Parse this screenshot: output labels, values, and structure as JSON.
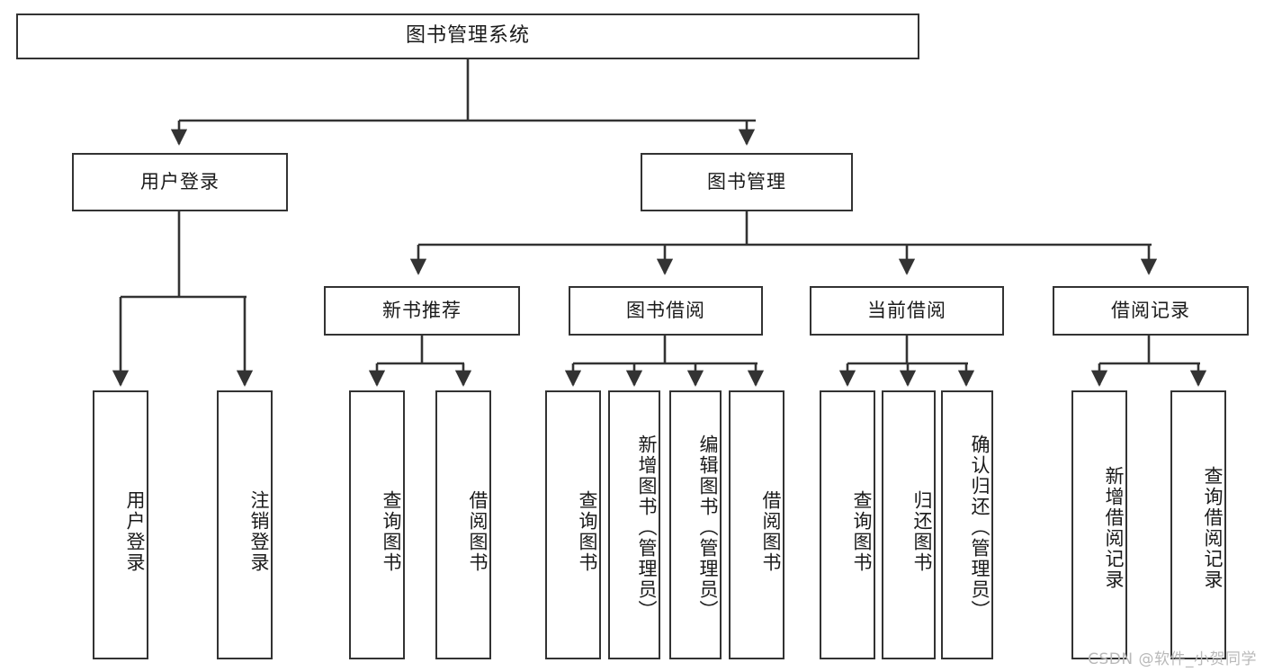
{
  "diagram": {
    "title": "图书管理系统",
    "watermark": "CSDN @软件_小贺同学",
    "root": {
      "label": "图书管理系统"
    },
    "level1": [
      {
        "label": "用户登录"
      },
      {
        "label": "图书管理"
      }
    ],
    "level2": [
      {
        "label": "新书推荐"
      },
      {
        "label": "图书借阅"
      },
      {
        "label": "当前借阅"
      },
      {
        "label": "借阅记录"
      }
    ],
    "leaves": {
      "user_login": [
        {
          "label": "用户登录"
        },
        {
          "label": "注销登录"
        }
      ],
      "new_book": [
        {
          "label": "查询图书"
        },
        {
          "label": "借阅图书"
        }
      ],
      "borrow_book": [
        {
          "label": "查询图书"
        },
        {
          "label": "新增图书（管理员）"
        },
        {
          "label": "编辑图书（管理员）"
        },
        {
          "label": "借阅图书"
        }
      ],
      "current_borrow": [
        {
          "label": "查询图书"
        },
        {
          "label": "归还图书"
        },
        {
          "label": "确认归还（管理员）"
        }
      ],
      "borrow_record": [
        {
          "label": "新增借阅记录"
        },
        {
          "label": "查询借阅记录"
        }
      ]
    },
    "colors": {
      "stroke": "#333333",
      "fill": "#ffffff",
      "text": "#1a1a1a",
      "watermark": "#b9b9b9"
    }
  }
}
